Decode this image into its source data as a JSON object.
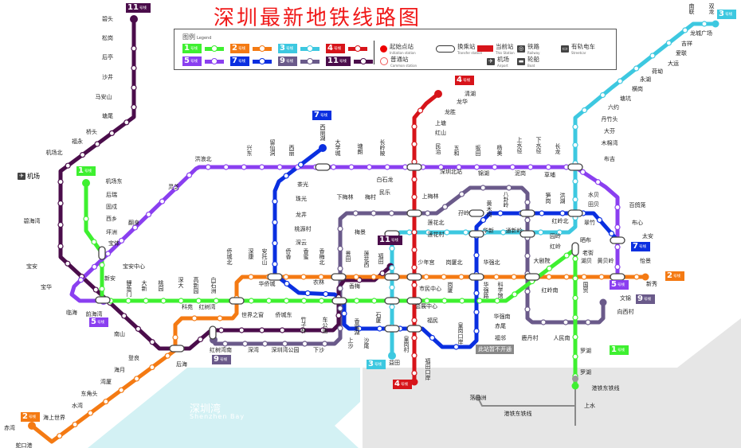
{
  "title": "深圳最新地铁线路图",
  "legend": {
    "title": "图例",
    "title_en": "Legend",
    "lines": [
      {
        "num": "1",
        "label": "号线",
        "color": "#3ef030"
      },
      {
        "num": "2",
        "label": "号线",
        "color": "#f47a13"
      },
      {
        "num": "3",
        "label": "号线",
        "color": "#3dc8e0"
      },
      {
        "num": "4",
        "label": "号线",
        "color": "#d7141a"
      },
      {
        "num": "5",
        "label": "号线",
        "color": "#8a3ff0"
      },
      {
        "num": "7",
        "label": "号线",
        "color": "#0a2fe0"
      },
      {
        "num": "9",
        "label": "号线",
        "color": "#6a5a8a"
      },
      {
        "num": "11",
        "label": "号线",
        "color": "#4b0d4b"
      }
    ],
    "start_station": "起始点站",
    "start_station_en": "Initiation station",
    "common_station": "普通站",
    "common_station_en": "Common station",
    "transfer_station": "换乘站",
    "transfer_station_en": "Transfer station",
    "current_station": "当前站",
    "current_station_en": "This Station",
    "railway": "铁路",
    "railway_en": "Railway",
    "tram": "有轨电车",
    "tram_en": "Streetcar",
    "airport": "机场",
    "airport_en": "Airport",
    "ferry": "轮船",
    "ferry_en": "Boat"
  },
  "stations": [
    "碧头",
    "松岗",
    "后亭",
    "沙井",
    "马安山",
    "塘尾",
    "桥头",
    "福永",
    "机场北",
    "机场",
    "碧海湾",
    "宝安",
    "宝华",
    "临海",
    "前海湾",
    "南山",
    "后海",
    "红树湾南",
    "深湾",
    "深圳湾公园",
    "下沙",
    "机场东",
    "后瑞",
    "固戍",
    "西乡",
    "坪洲",
    "宝体",
    "新安",
    "宝安中心",
    "鲤鱼门",
    "大新",
    "桃园",
    "深大",
    "高新园",
    "白石洲",
    "科苑",
    "红树湾",
    "世界之窗",
    "侨城东",
    "竹子林",
    "车公庙",
    "香蜜湖",
    "登良",
    "海月",
    "湾厦",
    "东角头",
    "水湾",
    "海上世界",
    "赤湾",
    "蛇口港",
    "灵芝",
    "洪浪北",
    "翻身",
    "兴东",
    "留仙洞",
    "西丽",
    "大学城",
    "塘朗",
    "长岭陂",
    "民治",
    "五和",
    "坂田",
    "杨美",
    "上水径",
    "下水径",
    "长龙",
    "深圳北站",
    "锦湖",
    "百鸽笼",
    "布心",
    "太安",
    "怡景",
    "黄贝岭",
    "西丽湖",
    "清湖",
    "龙华",
    "龙胜",
    "上塘",
    "红山",
    "白石龙",
    "民乐",
    "上梅林",
    "莲花北",
    "莲花村",
    "少年宫",
    "市民中心",
    "会展中心",
    "福民",
    "福田口岸",
    "茶光",
    "珠光",
    "龙井",
    "桃源村",
    "深云",
    "安托山",
    "侨香",
    "香蜜",
    "香梅北",
    "深康",
    "侨城北",
    "华侨城",
    "农林",
    "上沙",
    "沙尾",
    "石厦",
    "皇岗村",
    "皇岗口岸",
    "华新",
    "通新岭",
    "华强北",
    "华强路",
    "科学馆",
    "岗厦北",
    "赤尾",
    "华强南",
    "福邻",
    "八卦岭",
    "黄木岗",
    "孖岭",
    "泥岗",
    "笋岗",
    "洪湖",
    "翠竹",
    "红岭北",
    "园岭",
    "红岭",
    "大剧院",
    "晒布",
    "老街",
    "湖贝",
    "红岭南",
    "国贸",
    "鹿丹村",
    "人民南",
    "罗湖",
    "下梅林",
    "梅村",
    "梅景",
    "景田",
    "莲花西",
    "福田",
    "香梅",
    "岗厦",
    "田贝",
    "水贝",
    "草埔",
    "双龙",
    "南联",
    "龙城广场",
    "吉祥",
    "爱联",
    "大运",
    "荷坳",
    "永湖",
    "横岗",
    "塘坑",
    "六约",
    "丹竹头",
    "大芬",
    "木棉湾",
    "布吉",
    "益田",
    "新秀",
    "文锦",
    "向西村",
    "罗湖",
    "落马洲",
    "上水",
    "港铁东铁线",
    "港铁东铁线"
  ],
  "note": "此站暂不开通",
  "bay": {
    "name": "深圳湾",
    "name_en": "Shenzhen Bay"
  },
  "airport_label": "机场",
  "badges": [
    {
      "num": "11",
      "label": "号线",
      "color": "#4b0d4b"
    },
    {
      "num": "1",
      "label": "号线",
      "color": "#3ef030"
    },
    {
      "num": "7",
      "label": "号线",
      "color": "#0a2fe0"
    },
    {
      "num": "4",
      "label": "号线",
      "color": "#d7141a"
    },
    {
      "num": "11",
      "label": "号线",
      "color": "#4b0d4b"
    },
    {
      "num": "5",
      "label": "号线",
      "color": "#8a3ff0"
    },
    {
      "num": "2",
      "label": "号线",
      "color": "#f47a13"
    },
    {
      "num": "9",
      "label": "号线",
      "color": "#6a5a8a"
    },
    {
      "num": "3",
      "label": "号线",
      "color": "#3dc8e0"
    },
    {
      "num": "4",
      "label": "号线",
      "color": "#d7141a"
    },
    {
      "num": "3",
      "label": "号线",
      "color": "#3dc8e0"
    },
    {
      "num": "7",
      "label": "号线",
      "color": "#0a2fe0"
    },
    {
      "num": "2",
      "label": "号线",
      "color": "#f47a13"
    },
    {
      "num": "5",
      "label": "号线",
      "color": "#8a3ff0"
    },
    {
      "num": "9",
      "label": "号线",
      "color": "#6a5a8a"
    },
    {
      "num": "1",
      "label": "号线",
      "color": "#3ef030"
    }
  ]
}
